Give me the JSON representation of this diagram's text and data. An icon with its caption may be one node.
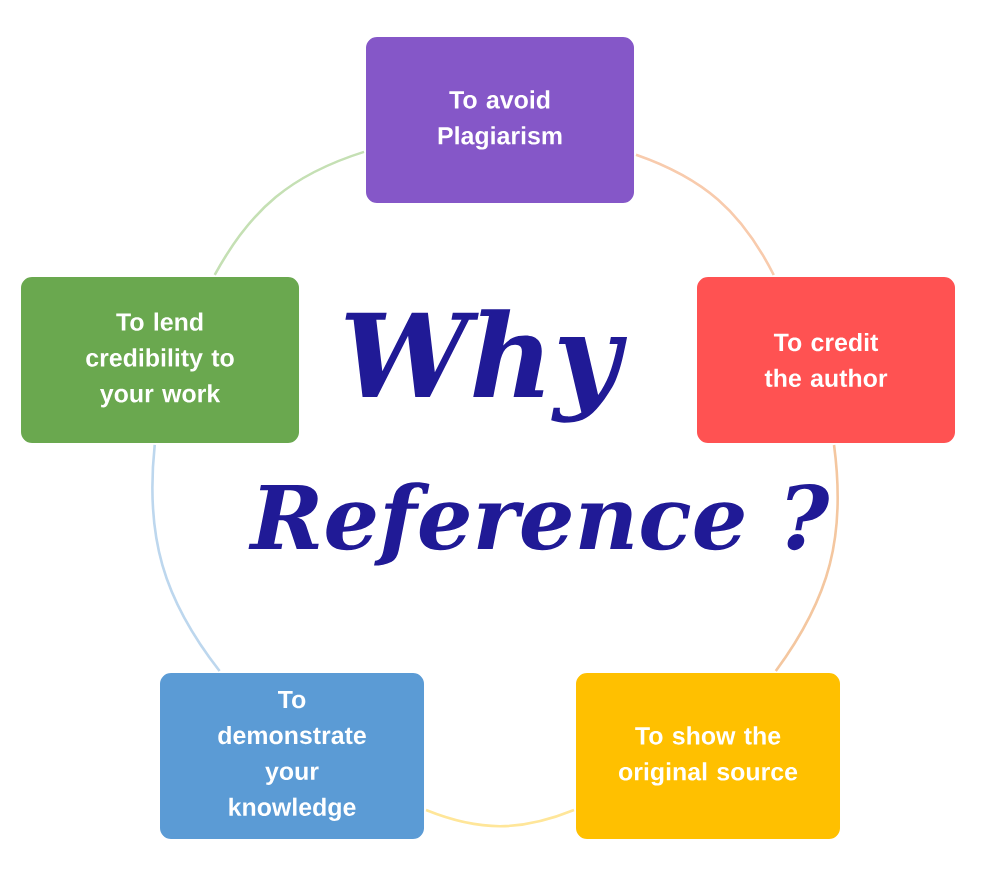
{
  "diagram": {
    "nodes": [
      {
        "text": [
          "To avoid Plagiarism"
        ]
      },
      {
        "text": [
          "To lend credibility to your work"
        ]
      },
      {
        "text": [
          "To credit the author"
        ]
      },
      {
        "text": [
          "To demonstrate your knowledge"
        ]
      },
      {
        "text": [
          "To show the original source"
        ]
      }
    ],
    "edges": [
      {
        "from": 0,
        "to": 2,
        "arrow": "none",
        "color": "#f8cbad"
      },
      {
        "from": 2,
        "to": 4,
        "arrow": "none",
        "color": "#f4c7a0"
      },
      {
        "from": 4,
        "to": 3,
        "arrow": "none",
        "color": "#ffe699"
      },
      {
        "from": 3,
        "to": 1,
        "arrow": "none",
        "color": "#bdd7ee"
      },
      {
        "from": 1,
        "to": 0,
        "arrow": "none",
        "color": "#c5e0b4"
      }
    ],
    "labels": [
      "Why",
      "Reference ?"
    ]
  }
}
